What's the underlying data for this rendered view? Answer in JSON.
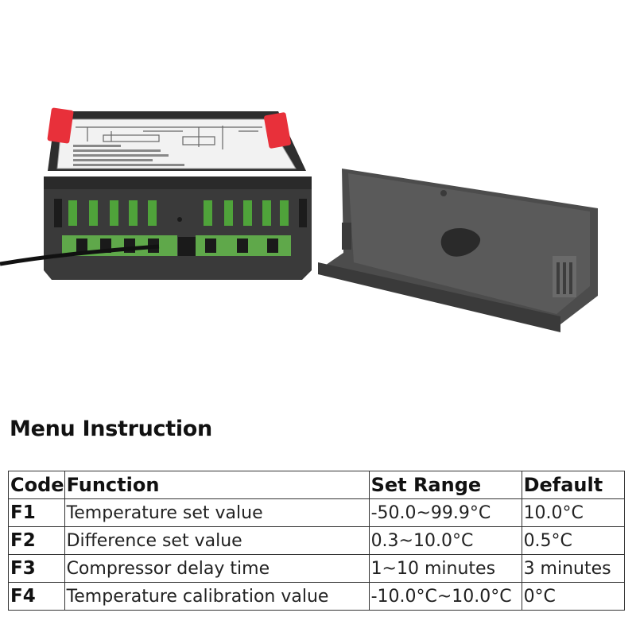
{
  "section": {
    "title": "Menu Instruction"
  },
  "table": {
    "headers": [
      "Code",
      "Function",
      "Set Range",
      "Default"
    ],
    "rows": [
      {
        "code": "F1",
        "function": "Temperature set value",
        "range": "-50.0~99.9°C",
        "default": "10.0°C"
      },
      {
        "code": "F2",
        "function": "Difference set value",
        "range": "0.3~10.0°C",
        "default": "0.5°C"
      },
      {
        "code": "F3",
        "function": "Compressor delay time",
        "range": "1~10 minutes",
        "default": "3 minutes"
      },
      {
        "code": "F4",
        "function": "Temperature calibration value",
        "range": "-10.0°C~10.0°C",
        "default": "0°C"
      }
    ]
  },
  "colors": {
    "housing": "#3a3a3a",
    "terminal_green": "#4fa33a",
    "latch_red": "#e8303a",
    "cover": "#555555"
  }
}
